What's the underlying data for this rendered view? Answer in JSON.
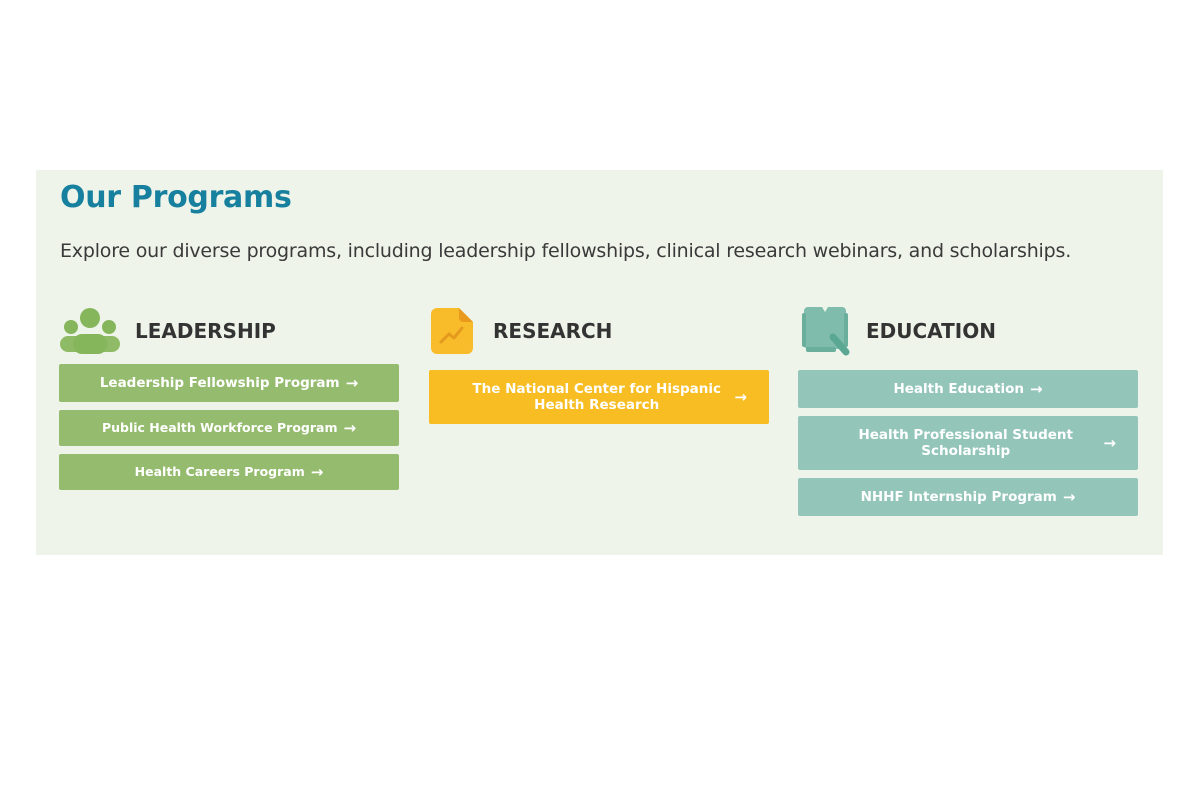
{
  "section": {
    "title": "Our Programs",
    "intro": "Explore our diverse programs, including leadership fellowships, clinical research webinars, and scholarships."
  },
  "colors": {
    "title": "#17809e",
    "background_panel": "#eef4ea",
    "leadership": "#95bb6e",
    "research": "#f7bd22",
    "education": "#93c5b9"
  },
  "columns": [
    {
      "heading": "LEADERSHIP",
      "icon": "people-group-icon",
      "buttons": [
        {
          "label": "Leadership Fellowship Program",
          "arrow": "→"
        },
        {
          "label": "Public Health Workforce Program",
          "arrow": "→"
        },
        {
          "label": "Health Careers Program",
          "arrow": "→"
        }
      ]
    },
    {
      "heading": "RESEARCH",
      "icon": "document-chart-icon",
      "buttons": [
        {
          "label": "The National Center for Hispanic Health Research",
          "arrow": "→"
        }
      ]
    },
    {
      "heading": "EDUCATION",
      "icon": "book-pencil-icon",
      "buttons": [
        {
          "label": "Health Education",
          "arrow": "→"
        },
        {
          "label": "Health Professional Student Scholarship",
          "arrow": "→"
        },
        {
          "label": "NHHF Internship Program",
          "arrow": "→"
        }
      ]
    }
  ]
}
